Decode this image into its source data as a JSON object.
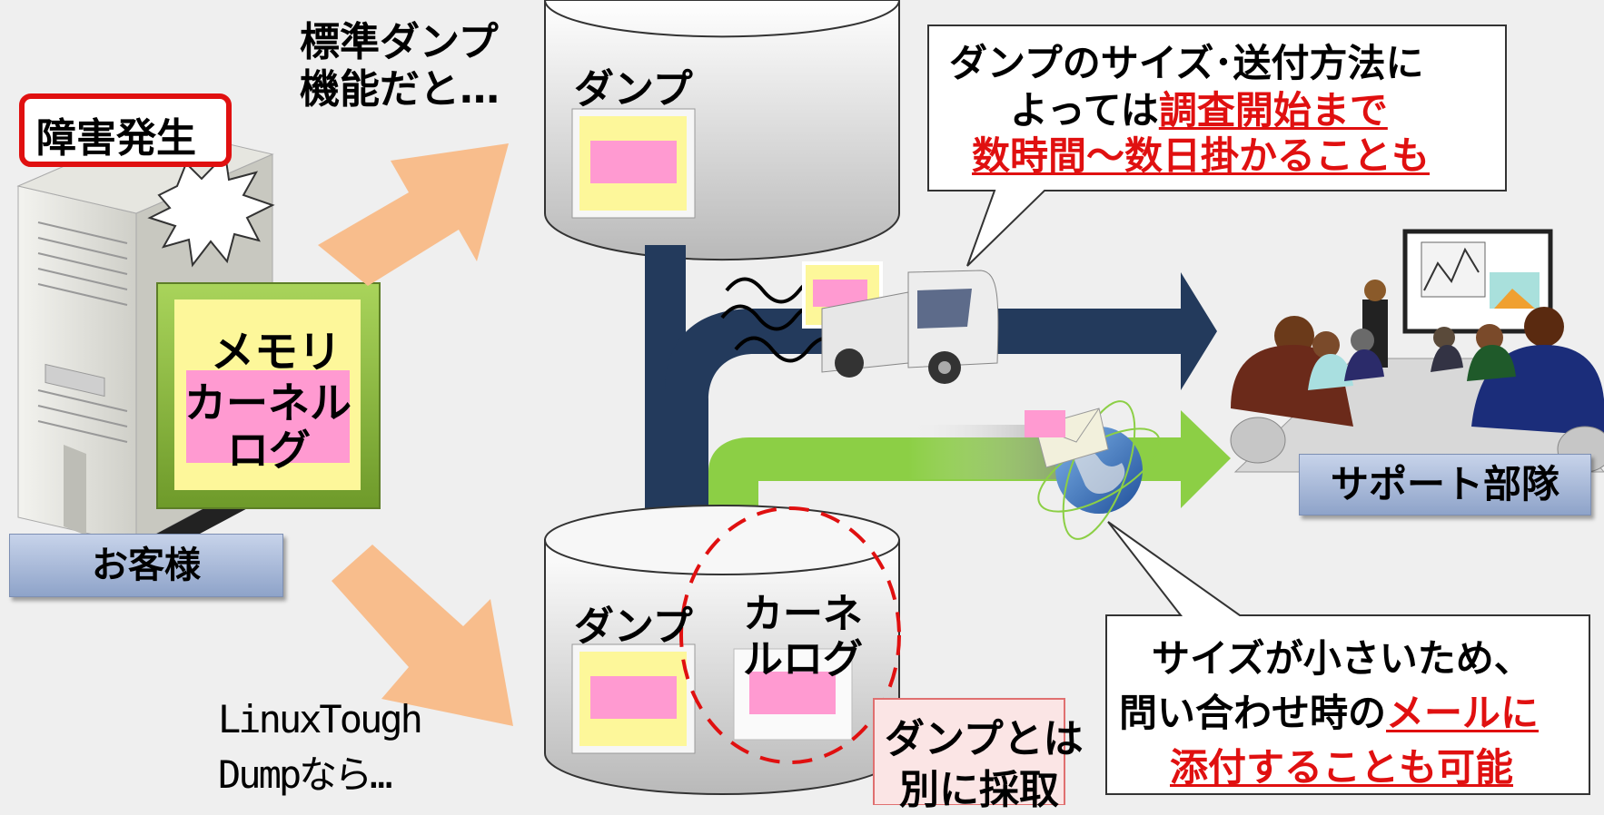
{
  "labels": {
    "incident": "障害発生",
    "standard_dump_line1": "標準ダンプ",
    "standard_dump_line2": "機能だと…",
    "memory": "メモリ",
    "kernel_log_line1": "カーネル",
    "kernel_log_line2": "ログ",
    "customer": "お客様",
    "dump_top": "ダンプ",
    "dump_bottom": "ダンプ",
    "kernel_bottom_line1": "カーネ",
    "kernel_bottom_line2": "ルログ",
    "separate_line1": "ダンプとは",
    "separate_line2": "別に採取",
    "ltd_line1": "LinuxTough",
    "ltd_line2": "Dumpなら…",
    "support": "サポート部隊"
  },
  "callout_top": {
    "line1": "ダンプのサイズ･送付方法に",
    "line2_plain": "よっては",
    "line2_red": "調査開始まで",
    "line3_red": "数時間～数日掛かることも"
  },
  "callout_bottom": {
    "line1": "サイズが小さいため、",
    "line2_plain": "問い合わせ時の",
    "line2_red": "メールに",
    "line3_red": "添付することも可能"
  },
  "colors": {
    "navy_arrow": "#233a5c",
    "green_arrow": "#8ccf45",
    "peach_arrow": "#f8bd8c",
    "pink_note": "#ff9ad1",
    "yellow_note": "#fdf79a",
    "red_text": "#e01010",
    "plate": "#a8b9dd"
  }
}
